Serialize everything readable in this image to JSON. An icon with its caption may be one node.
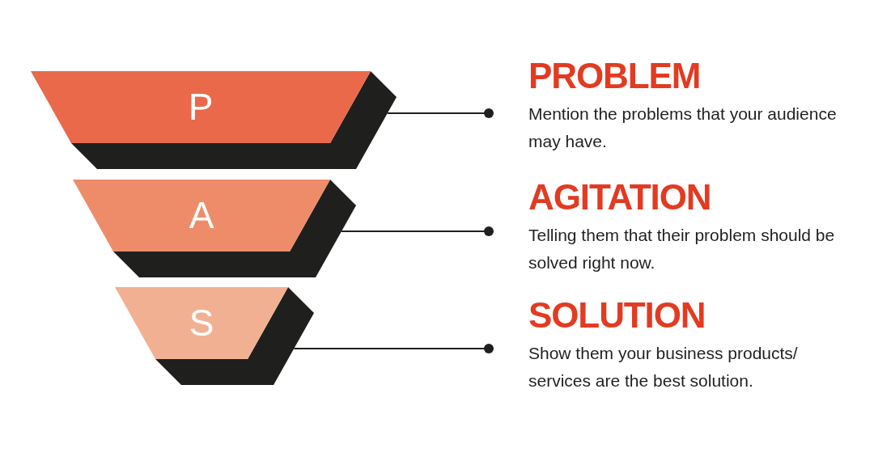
{
  "diagram": {
    "nodes": [
      {
        "text": [
          "P"
        ]
      },
      {
        "text": [
          "A"
        ]
      },
      {
        "text": [
          "S"
        ]
      },
      {
        "text": [
          "PROBLEM",
          "Mention the problems that your audience may have."
        ]
      },
      {
        "text": [
          "AGITATION",
          "Telling them that their problem should be solved right now."
        ]
      },
      {
        "text": [
          "SOLUTION",
          "Show them your business products/ services are the best solution."
        ]
      }
    ],
    "edges": [
      {
        "from": 0,
        "to": 3,
        "arrow": "other"
      },
      {
        "from": 1,
        "to": 4,
        "arrow": "other"
      },
      {
        "from": 2,
        "to": 5,
        "arrow": "other"
      }
    ]
  }
}
